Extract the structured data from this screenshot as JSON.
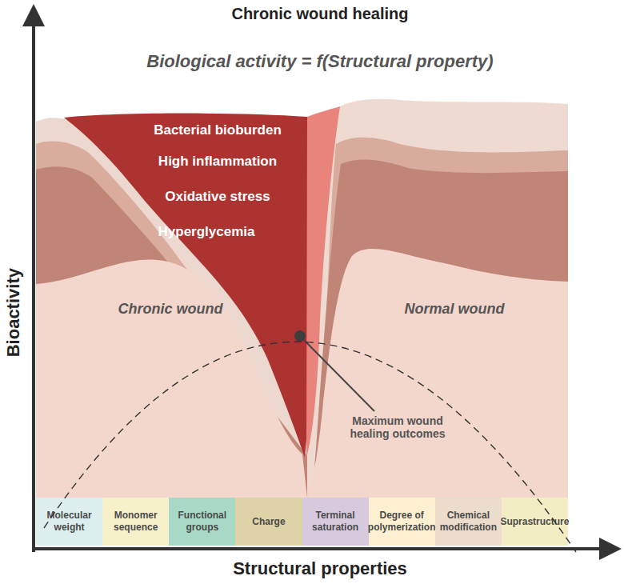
{
  "diagram": {
    "title": "Chronic wound healing",
    "nodes": [
      {
        "text": [
          "Molecular weight"
        ]
      },
      {
        "text": [
          "Monomer sequence"
        ]
      },
      {
        "text": [
          "Functional groups"
        ]
      },
      {
        "text": [
          "Charge"
        ]
      },
      {
        "text": [
          "Terminal saturation"
        ]
      },
      {
        "text": [
          "Degree of polymerization"
        ]
      },
      {
        "text": [
          "Chemical modification"
        ]
      },
      {
        "text": [
          "Suprastructure"
        ]
      }
    ],
    "labels": [
      "Biological activity = f(Structural property)",
      "Bacterial bioburden",
      "High inflammation",
      "Oxidative stress",
      "Hyperglycemia",
      "Chronic wound",
      "Normal wound",
      "Maximum wound healing outcomes",
      "Bioactivity",
      "Structural properties"
    ]
  }
}
